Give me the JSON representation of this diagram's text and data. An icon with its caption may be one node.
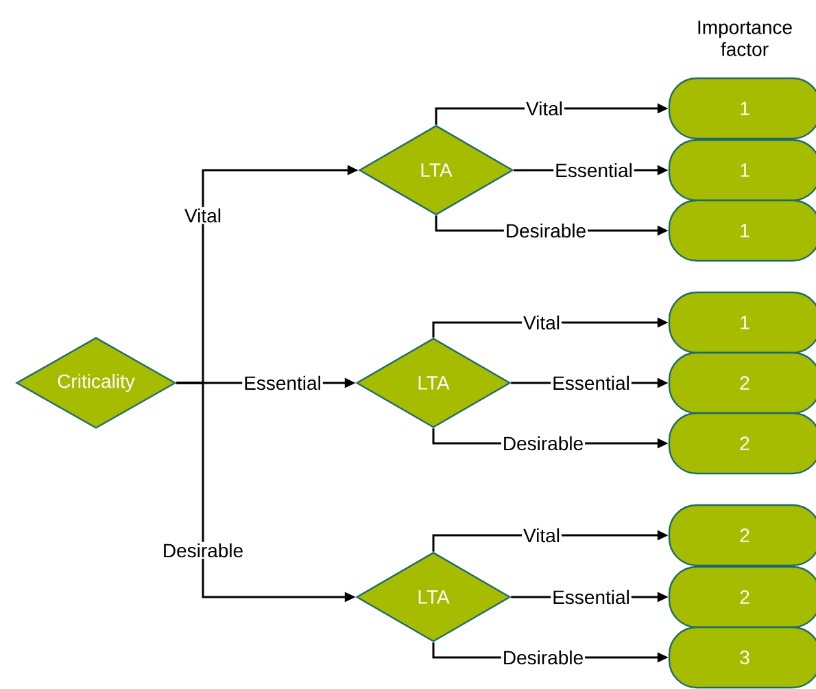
{
  "diagram": {
    "nodes": [
      {
        "text": [
          "Criticality"
        ]
      },
      {
        "text": [
          "LTA"
        ]
      },
      {
        "text": [
          "LTA"
        ]
      },
      {
        "text": [
          "LTA"
        ]
      },
      {
        "text": [
          "1"
        ]
      },
      {
        "text": [
          "1"
        ]
      },
      {
        "text": [
          "1"
        ]
      },
      {
        "text": [
          "1"
        ]
      },
      {
        "text": [
          "2"
        ]
      },
      {
        "text": [
          "2"
        ]
      },
      {
        "text": [
          "2"
        ]
      },
      {
        "text": [
          "2"
        ]
      },
      {
        "text": [
          "3"
        ]
      }
    ],
    "edges": [
      {
        "from": 0,
        "to": 1,
        "arrow": "to",
        "label": "Vital"
      },
      {
        "from": 0,
        "to": 2,
        "arrow": "to",
        "label": "Essential"
      },
      {
        "from": 0,
        "to": 3,
        "arrow": "to",
        "label": "Desirable"
      },
      {
        "from": 1,
        "to": 4,
        "arrow": "to",
        "label": "Vital"
      },
      {
        "from": 1,
        "to": 5,
        "arrow": "to",
        "label": "Essential"
      },
      {
        "from": 1,
        "to": 6,
        "arrow": "to",
        "label": "Desirable"
      },
      {
        "from": 2,
        "to": 7,
        "arrow": "to",
        "label": "Vital"
      },
      {
        "from": 2,
        "to": 8,
        "arrow": "to",
        "label": "Essential"
      },
      {
        "from": 2,
        "to": 9,
        "arrow": "to",
        "label": "Desirable"
      },
      {
        "from": 3,
        "to": 10,
        "arrow": "to",
        "label": "Vital"
      },
      {
        "from": 3,
        "to": 11,
        "arrow": "to",
        "label": "Essential"
      },
      {
        "from": 3,
        "to": 12,
        "arrow": "to",
        "label": "Desirable"
      }
    ],
    "labels": [
      "Importance factor"
    ]
  }
}
